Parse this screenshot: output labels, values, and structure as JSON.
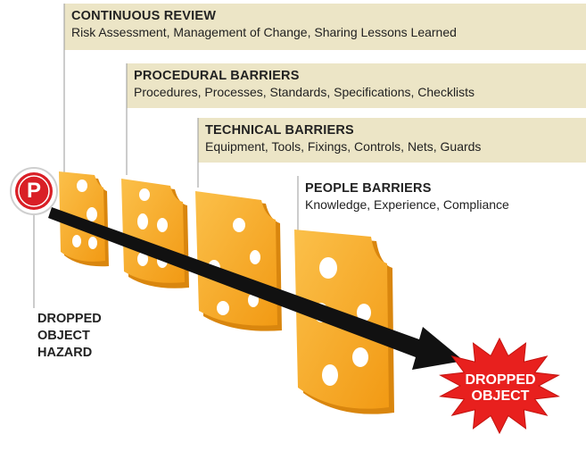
{
  "barriers": [
    {
      "title": "CONTINUOUS REVIEW",
      "description": "Risk Assessment, Management of Change, Sharing Lessons Learned"
    },
    {
      "title": "PROCEDURAL BARRIERS",
      "description": "Procedures, Processes, Standards, Specifications, Checklists"
    },
    {
      "title": "TECHNICAL BARRIERS",
      "description": "Equipment, Tools, Fixings, Controls, Nets, Guards"
    },
    {
      "title": "PEOPLE BARRIERS",
      "description": "Knowledge, Experience, Compliance"
    }
  ],
  "hazard": {
    "icon_letter": "P",
    "label_lines": [
      "DROPPED",
      "OBJECT",
      "HAZARD"
    ]
  },
  "outcome": {
    "label_lines": [
      "DROPPED",
      "OBJECT"
    ]
  },
  "colors": {
    "panel_bg": "#ece5c6",
    "cheese": "#f5a623",
    "cheese_edge": "#d9860e",
    "arrow": "#111111",
    "hazard_red": "#d91f26",
    "starburst_red": "#e8201e"
  }
}
